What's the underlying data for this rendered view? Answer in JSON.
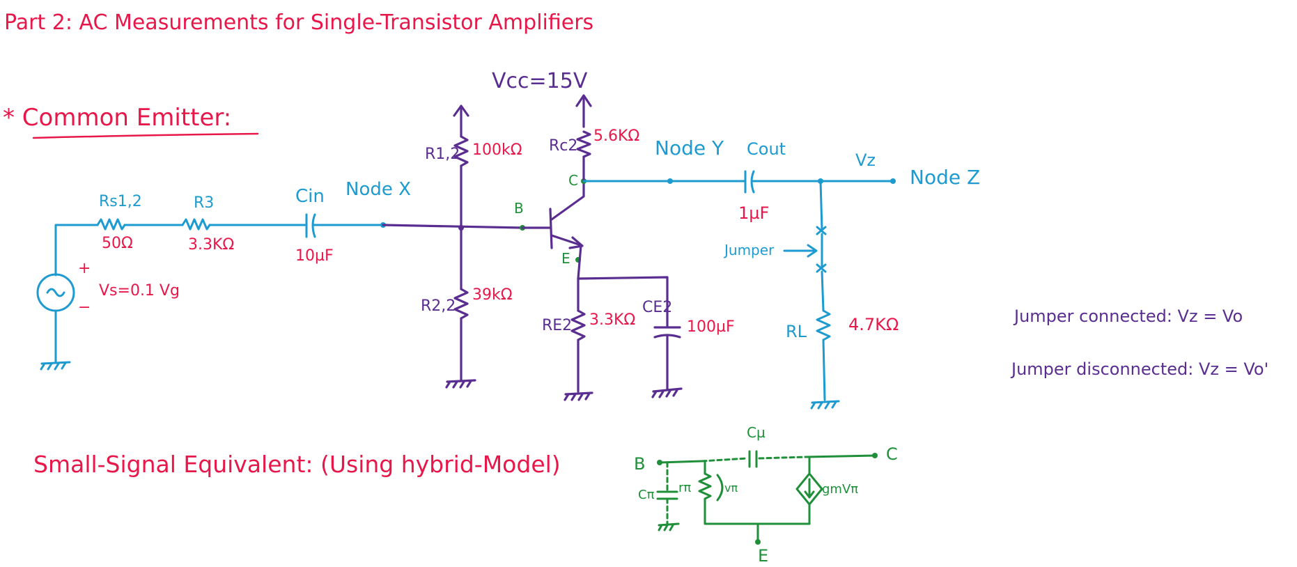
{
  "title": "Part 2: AC Measurements for Single-Transistor Amplifiers",
  "section_common_emitter": "* Common Emitter:",
  "section_small_signal": "Small-Signal Equivalent: (Using hybrid-Model)",
  "supply": "Vcc=15V",
  "components": {
    "rs_label": "Rs1,2",
    "rs_value": "50Ω",
    "r3_label": "R3",
    "r3_value": "3.3KΩ",
    "cin_label": "Cin",
    "cin_value": "10µF",
    "r12_label": "R1,2",
    "r12_value": "100kΩ",
    "r22_label": "R2,2",
    "r22_value": "39kΩ",
    "rc2_label": "Rc2",
    "rc2_value": "5.6KΩ",
    "re2_label": "RE2",
    "re2_value": "3.3KΩ",
    "ce2_label": "CE2",
    "ce2_value": "100µF",
    "cout_label": "Cout",
    "cout_value": "1µF",
    "rl_label": "RL",
    "rl_value": "4.7KΩ"
  },
  "source": {
    "plus": "+",
    "minus": "−",
    "label": "Vs=0.1 Vg",
    "symbol": "~"
  },
  "nodes": {
    "x": "Node X",
    "y": "Node Y",
    "z": "Node Z",
    "vz": "Vz",
    "b": "B",
    "c": "C",
    "e": "E"
  },
  "jumper_label": "Jumper",
  "notes": [
    "Jumper connected: Vz = Vo",
    "Jumper disconnected: Vz = Vo'"
  ],
  "small_signal": {
    "b": "B",
    "c": "C",
    "e": "E",
    "c_mu": "Cµ",
    "c_pi": "Cπ",
    "r_pi": "rπ",
    "v_pi": "vπ",
    "gm": "gmVπ"
  },
  "colors": {
    "title": "#e8174a",
    "wire": "#1d9bd1",
    "bias": "#5a2d91",
    "model": "#1f8f3a"
  }
}
